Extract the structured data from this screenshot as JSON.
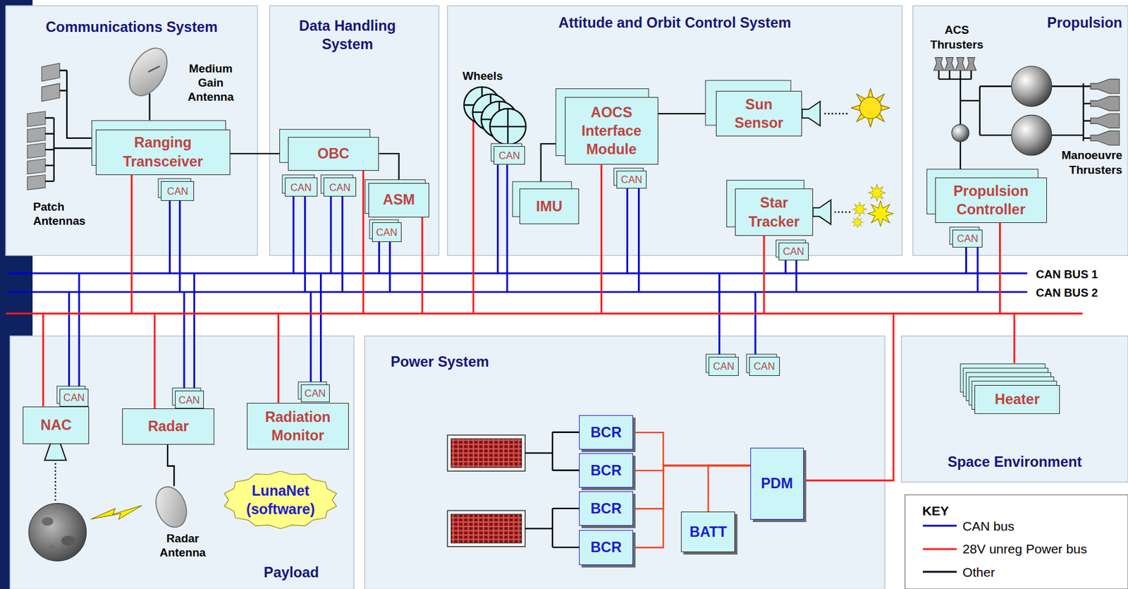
{
  "diagram": {
    "nodes": [
      {
        "text": [
          "Communications System"
        ]
      },
      {
        "text": [
          "Ranging Transceiver"
        ],
        "in": 0
      },
      {
        "text": [
          "CAN"
        ],
        "in": 0
      },
      {
        "text": [
          "Data Handling System"
        ]
      },
      {
        "text": [
          "OBC"
        ],
        "in": 3
      },
      {
        "text": [
          "CAN"
        ],
        "in": 3
      },
      {
        "text": [
          "CAN"
        ],
        "in": 3
      },
      {
        "text": [
          "ASM"
        ],
        "in": 3
      },
      {
        "text": [
          "CAN"
        ],
        "in": 3
      },
      {
        "text": [
          "Attitude and Orbit Control System"
        ]
      },
      {
        "text": [
          "AOCS Interface Module"
        ],
        "in": 9
      },
      {
        "text": [
          "Sun Sensor"
        ],
        "in": 9
      },
      {
        "text": [
          "CAN"
        ],
        "in": 9
      },
      {
        "text": [
          "CAN"
        ],
        "in": 9
      },
      {
        "text": [
          "IMU"
        ],
        "in": 9
      },
      {
        "text": [
          "Star Tracker"
        ],
        "in": 9
      },
      {
        "text": [
          "CAN"
        ],
        "in": 9
      },
      {
        "text": [
          "Propulsion"
        ]
      },
      {
        "text": [
          "Propulsion Controller"
        ],
        "in": 17
      },
      {
        "text": [
          "CAN"
        ],
        "in": 17
      },
      {
        "text": [
          "Payload"
        ]
      },
      {
        "text": [
          "CAN"
        ],
        "in": 20
      },
      {
        "text": [
          "NAC"
        ],
        "in": 20
      },
      {
        "text": [
          "CAN"
        ],
        "in": 20
      },
      {
        "text": [
          "Radar"
        ],
        "in": 20
      },
      {
        "text": [
          "CAN"
        ],
        "in": 20
      },
      {
        "text": [
          "Radiation Monitor"
        ],
        "in": 20
      },
      {
        "text": [
          "LunaNet (software)"
        ],
        "in": 20
      },
      {
        "text": [
          "Power System"
        ]
      },
      {
        "text": [
          "CAN"
        ],
        "in": 28
      },
      {
        "text": [
          "CAN"
        ],
        "in": 28
      },
      {
        "text": [
          "BCR"
        ],
        "in": 28
      },
      {
        "text": [
          "BCR"
        ],
        "in": 28
      },
      {
        "text": [
          "BCR"
        ],
        "in": 28
      },
      {
        "text": [
          "BCR"
        ],
        "in": 28
      },
      {
        "text": [
          "PDM"
        ],
        "in": 28
      },
      {
        "text": [
          "BATT"
        ],
        "in": 28
      },
      {
        "text": [
          "Space Environment"
        ]
      },
      {
        "text": [
          "Heater"
        ],
        "in": 37
      }
    ],
    "edges": [
      {
        "from": 1,
        "to": 4,
        "arrow": "none"
      },
      {
        "from": 4,
        "to": 7,
        "arrow": "none"
      },
      {
        "from": 10,
        "to": 11,
        "arrow": "none"
      },
      {
        "from": 10,
        "to": 14,
        "arrow": "none"
      },
      {
        "from": 31,
        "to": 35,
        "arrow": "none"
      },
      {
        "from": 32,
        "to": 35,
        "arrow": "none"
      },
      {
        "from": 33,
        "to": 35,
        "arrow": "none"
      },
      {
        "from": 34,
        "to": 35,
        "arrow": "none"
      },
      {
        "from": 36,
        "to": 35,
        "arrow": "none"
      }
    ],
    "labels": [
      "Medium Gain Antenna",
      "Patch Antennas",
      "Wheels",
      "ACS Thrusters",
      "Manoeuvre Thrusters",
      "CAN BUS 1",
      "CAN BUS 2",
      "Radar Antenna",
      "KEY"
    ],
    "legend": [
      {
        "text": "CAN bus"
      },
      {
        "text": "28V unreg Power bus"
      },
      {
        "text": "Other"
      }
    ]
  }
}
